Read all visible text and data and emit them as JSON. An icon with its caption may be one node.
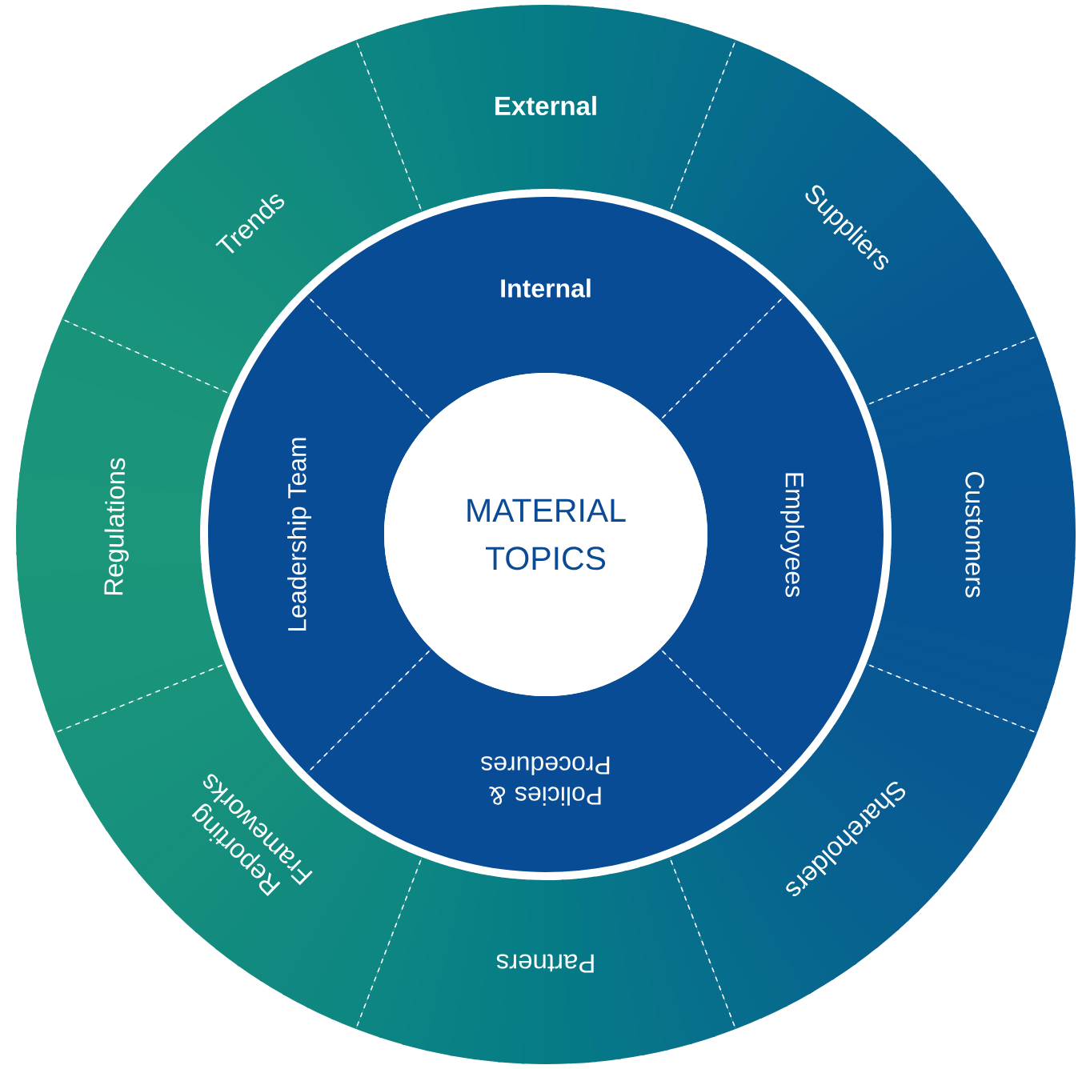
{
  "diagram": {
    "nodes": [
      {
        "text": [
          "**External**"
        ]
      },
      {
        "text": [
          "Suppliers"
        ]
      },
      {
        "text": [
          "Customers"
        ]
      },
      {
        "text": [
          "Shareholders"
        ]
      },
      {
        "text": [
          "Partners"
        ]
      },
      {
        "text": [
          "Reporting Frameworks"
        ]
      },
      {
        "text": [
          "Regulations"
        ]
      },
      {
        "text": [
          "Trends"
        ]
      },
      {
        "text": [
          "**Internal**"
        ]
      },
      {
        "text": [
          "Employees"
        ]
      },
      {
        "text": [
          "Policies & Procedures"
        ]
      },
      {
        "text": [
          "Leadership Team"
        ]
      },
      {
        "text": [
          "MATERIAL TOPICS"
        ]
      }
    ]
  }
}
